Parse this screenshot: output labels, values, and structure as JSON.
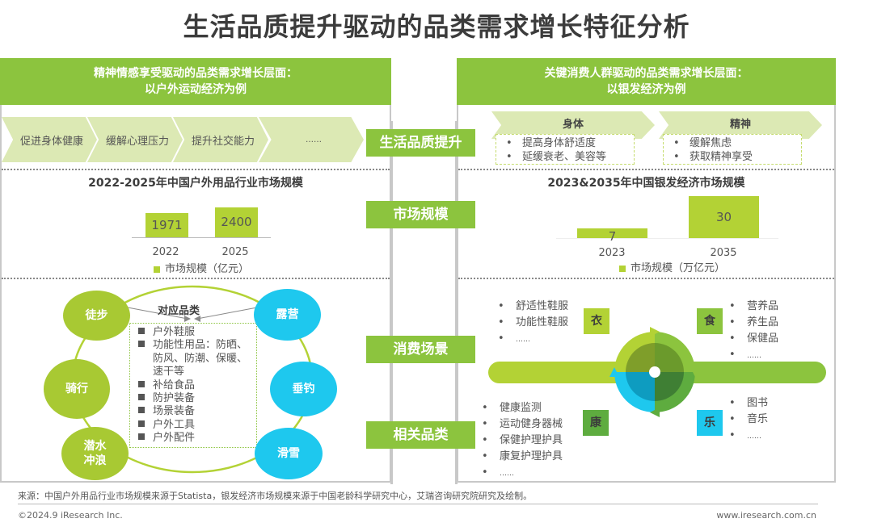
{
  "title": "生活品质提升驱动的品类需求增长特征分析",
  "left_panel": {
    "header_line1": "精神情感享受驱动的品类需求增长层面：",
    "header_line2": "以户外运动经济为例",
    "chevrons": [
      "促进身体健康",
      "缓解心理压力",
      "提升社交能力",
      "……"
    ],
    "center_label": "对应品类",
    "activities": {
      "hiking": "徒步",
      "cycling": "骑行",
      "diving": "潜水\n冲浪",
      "camping": "露营",
      "fishing": "垂钓",
      "skiing": "滑雪"
    },
    "categories": [
      {
        "text": "户外鞋服",
        "cont": []
      },
      {
        "text": "功能性用品：防晒、",
        "cont": [
          "防风、防潮、保暖、",
          "速干等"
        ]
      },
      {
        "text": "补给食品",
        "cont": []
      },
      {
        "text": "防护装备",
        "cont": []
      },
      {
        "text": "场景装备",
        "cont": []
      },
      {
        "text": "户外工具",
        "cont": []
      },
      {
        "text": "户外配件",
        "cont": []
      }
    ]
  },
  "right_panel": {
    "header_line1": "关键消费人群驱动的品类需求增长层面：",
    "header_line2": "以银发经济为例",
    "arrows": [
      {
        "label": "身体",
        "items": [
          "提高身体舒适度",
          "延缓衰老、美容等"
        ]
      },
      {
        "label": "精神",
        "items": [
          "缓解焦虑",
          "获取精神享受"
        ]
      }
    ],
    "quadrants": {
      "clothing": {
        "tag": "衣",
        "items": [
          "舒适性鞋服",
          "功能性鞋服",
          "……"
        ]
      },
      "food": {
        "tag": "食",
        "items": [
          "营养品",
          "养生品",
          "保健品",
          "……"
        ]
      },
      "health": {
        "tag": "康",
        "items": [
          "健康监测",
          "运动健身器械",
          "保健护理护具",
          "康复护理护具",
          "……"
        ]
      },
      "leisure": {
        "tag": "乐",
        "items": [
          "图书",
          "音乐",
          "……"
        ]
      }
    }
  },
  "side_tags": [
    "生活品质提升",
    "市场规模",
    "消费场景",
    "相关品类"
  ],
  "chart_data": [
    {
      "type": "bar",
      "title": "2022-2025年中国户外用品行业市场规模",
      "categories": [
        "2022",
        "2025"
      ],
      "values": [
        1971,
        2400
      ],
      "legend": "市场规模（亿元）",
      "xlabel": "",
      "ylabel": "",
      "color": "#b3d235"
    },
    {
      "type": "bar",
      "title": "2023&2035年中国银发经济市场规模",
      "categories": [
        "2023",
        "2035"
      ],
      "values": [
        7,
        30
      ],
      "legend": "市场规模（万亿元）",
      "xlabel": "",
      "ylabel": "",
      "color": "#b3d235"
    }
  ],
  "footer": {
    "source": "来源：中国户外用品行业市场规模来源于Statista，银发经济市场规模来源于中国老龄科学研究中心，艾瑞咨询研究院研究及绘制。",
    "copyright": "©2024.9 iResearch Inc.",
    "website": "www.iresearch.com.cn"
  },
  "colors": {
    "brand_green": "#8cc43e",
    "bar_green": "#b3d235",
    "accent_blue": "#1ec8ee",
    "light_green": "#dce9b4"
  }
}
